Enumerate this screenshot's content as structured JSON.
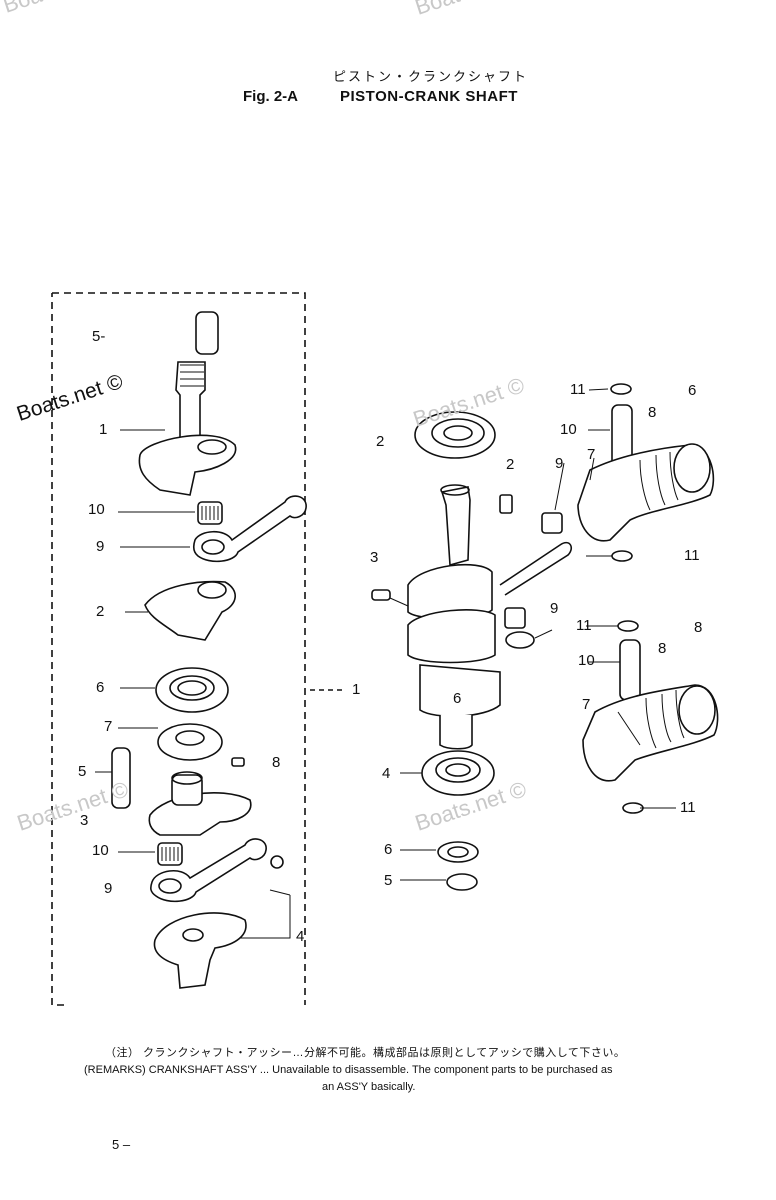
{
  "header": {
    "title_jp": "ピストン・クランクシャフト",
    "figure_number": "Fig. 2-A",
    "figure_title": "PISTON-CRANK SHAFT"
  },
  "watermarks": {
    "text": "Boats.net ©",
    "top_fragment": "Boats",
    "prominent": "Boats.net ©"
  },
  "callouts_left": {
    "c5a": "5-",
    "c1": "1",
    "c10a": "10",
    "c9a": "9",
    "c2": "2",
    "c6": "6",
    "c7": "7",
    "c8": "8",
    "c5b": "5",
    "c3": "3",
    "c10b": "10",
    "c9b": "9",
    "c_1": "1",
    "c4": "4"
  },
  "callouts_right": {
    "c2a": "2",
    "c2b": "2",
    "c3": "3",
    "c11a": "11",
    "c10a": "10",
    "c9a": "9",
    "c7a": "7",
    "c8a": "8",
    "c6a": "6",
    "c11b": "11",
    "c9b": "9",
    "c6inner": "6",
    "c11c": "11",
    "c10b": "10",
    "c8b": "8",
    "c8c": "8",
    "c7b": "7",
    "c11d": "11",
    "c4": "4",
    "c6b": "6",
    "c5": "5"
  },
  "remarks": {
    "jp": "（注） クランクシャフト・アッシー…分解不可能。構成部品は原則としてアッシで購入して下さい。",
    "en_line1": "(REMARKS) CRANKSHAFT ASS'Y ... Unavailable to disassemble. The component parts to be purchased as",
    "en_line2": "an ASS'Y basically."
  },
  "page_number": "5 –"
}
